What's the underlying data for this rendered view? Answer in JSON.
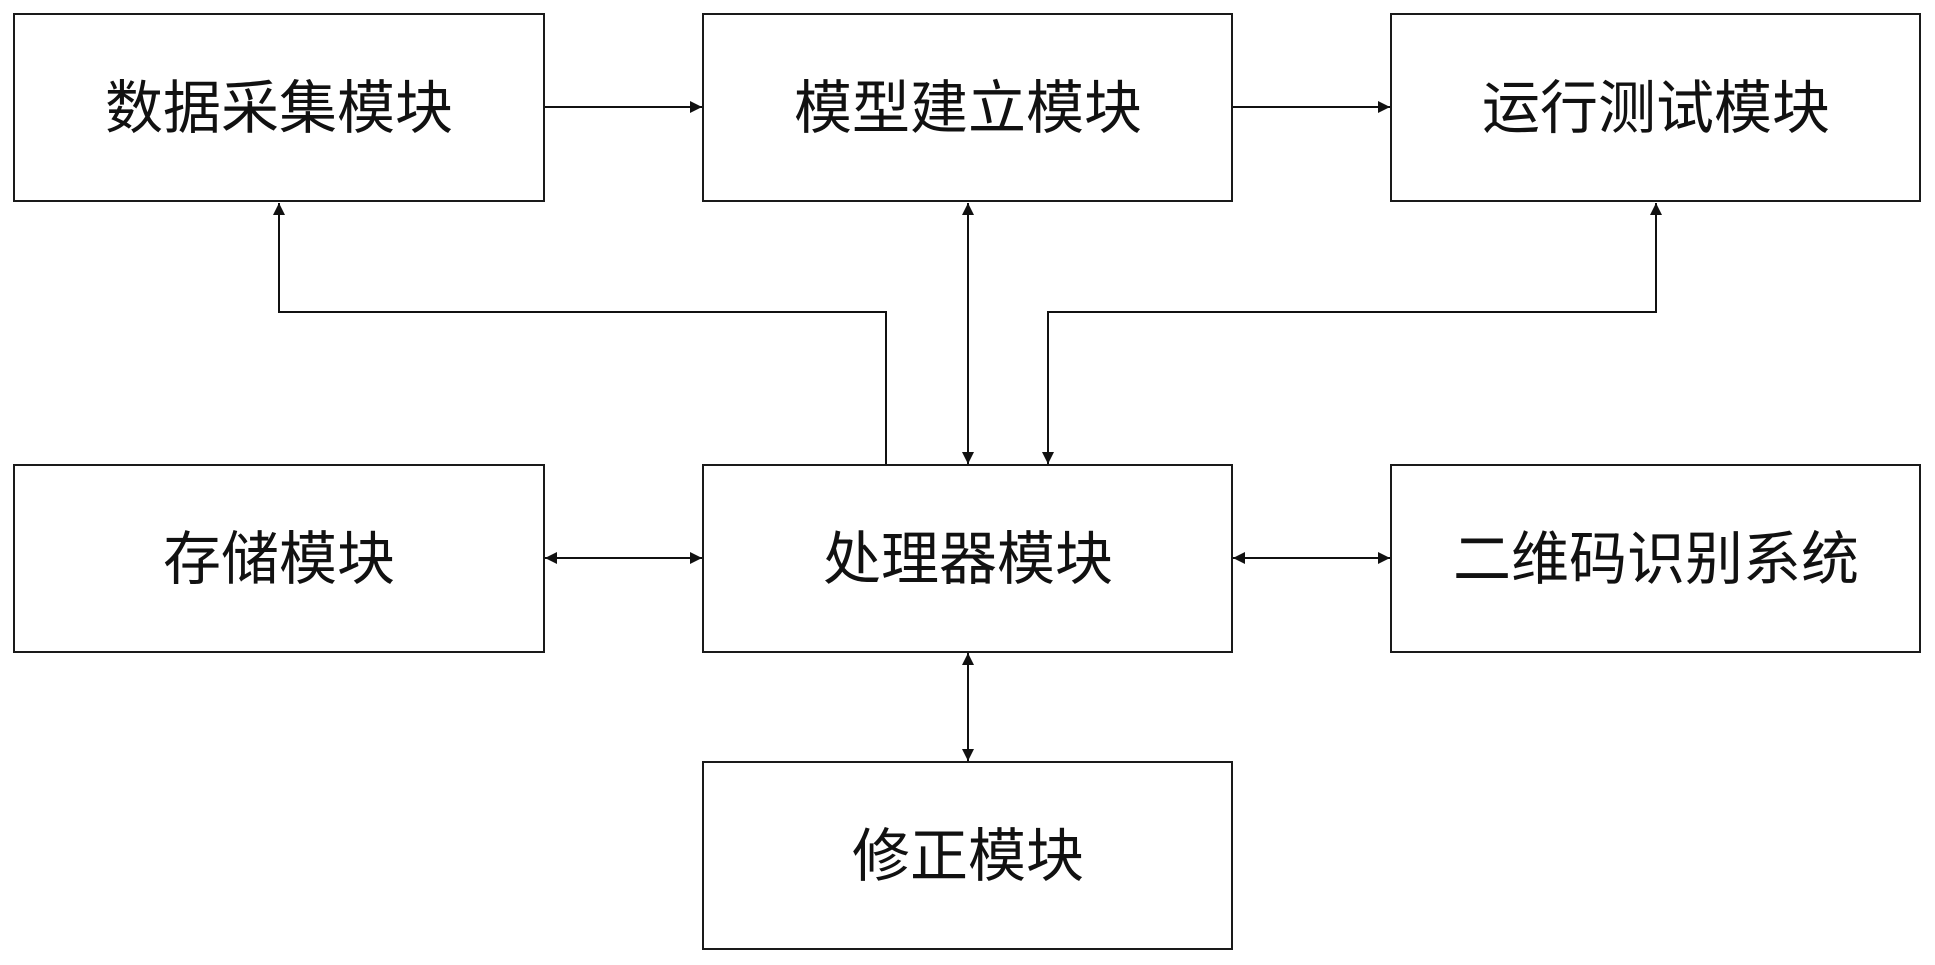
{
  "modules": {
    "data_acquisition": "数据采集模块",
    "model_building": "模型建立模块",
    "run_test": "运行测试模块",
    "storage": "存储模块",
    "processor": "处理器模块",
    "qr_recognition": "二维码识别系统",
    "correction": "修正模块"
  },
  "connections": [
    {
      "from": "data_acquisition",
      "to": "model_building",
      "direction": "one-way"
    },
    {
      "from": "model_building",
      "to": "run_test",
      "direction": "one-way"
    },
    {
      "from": "processor",
      "to": "data_acquisition",
      "direction": "one-way"
    },
    {
      "from": "processor",
      "to": "model_building",
      "direction": "two-way"
    },
    {
      "from": "processor",
      "to": "run_test",
      "direction": "two-way"
    },
    {
      "from": "processor",
      "to": "storage",
      "direction": "two-way"
    },
    {
      "from": "processor",
      "to": "qr_recognition",
      "direction": "two-way"
    },
    {
      "from": "processor",
      "to": "correction",
      "direction": "two-way"
    }
  ],
  "colors": {
    "line": "#111111",
    "box_fill": "#ffffff",
    "text": "#111111"
  }
}
